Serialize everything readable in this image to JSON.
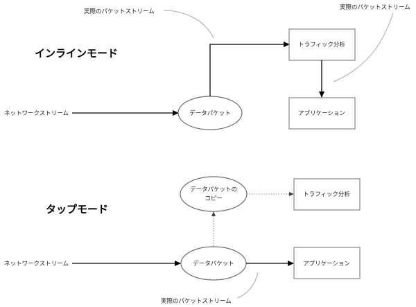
{
  "inline": {
    "title": "インラインモード",
    "network_stream": "ネットワークストリーム",
    "data_packet": "データパケット",
    "traffic_analysis": "トラフィック分析",
    "application": "アプリケーション",
    "actual_stream_1": "実際のパケットストリーム",
    "actual_stream_2": "実際のパケットストリーム"
  },
  "tap": {
    "title": "タップモード",
    "network_stream": "ネットワークストリーム",
    "data_packet": "データパケット",
    "packet_copy_line1": "データパケットの",
    "packet_copy_line2": "コピー",
    "traffic_analysis": "トラフィック分析",
    "application": "アプリケーション",
    "actual_stream": "実際のパケットストリーム"
  }
}
